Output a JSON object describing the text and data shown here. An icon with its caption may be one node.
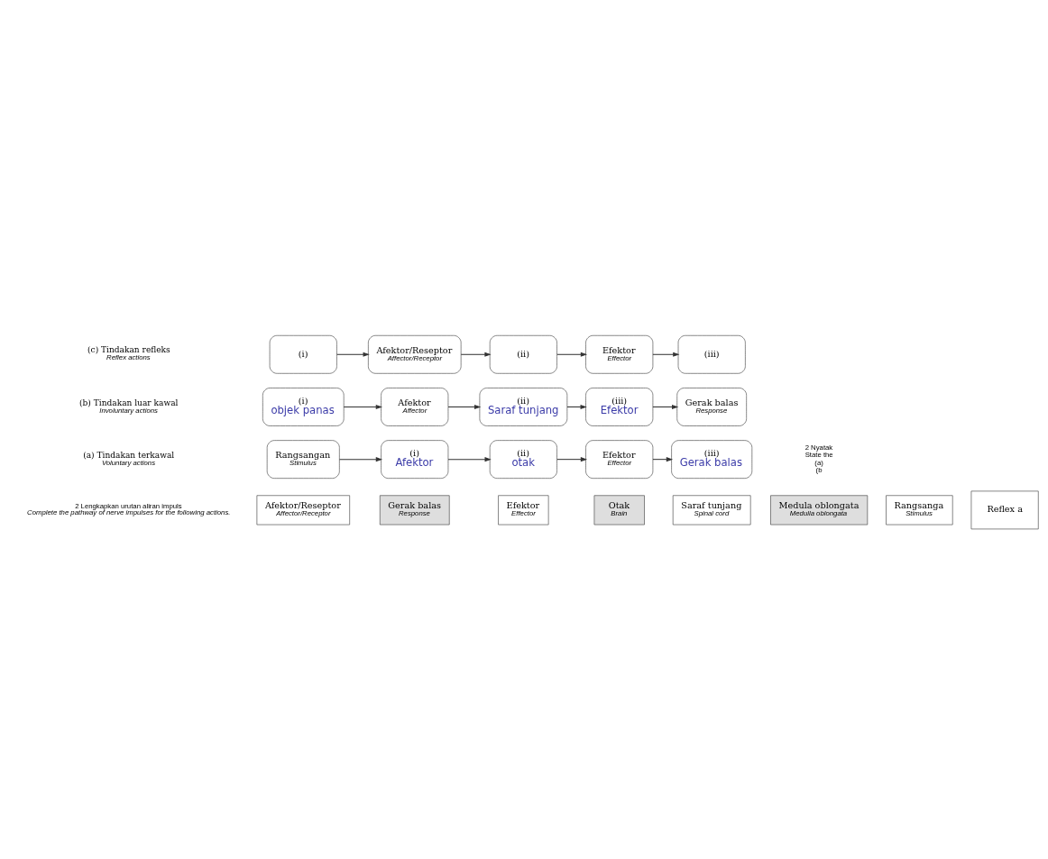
{
  "diagram": {
    "nodes": [
      {
        "text": [
          "Afektor/Reseptor",
          "Affector/Receptor"
        ]
      },
      {
        "text": [
          "Gerak balas",
          "Response"
        ]
      },
      {
        "text": [
          "Efektor",
          "Effector"
        ]
      },
      {
        "text": [
          "Otak",
          "Brain"
        ]
      },
      {
        "text": [
          "Saraf tunjang",
          "Spinal cord"
        ]
      },
      {
        "text": [
          "Medula oblongata",
          "Medulla oblongata"
        ]
      },
      {
        "text": [
          "Rangsanga",
          "Stimulus"
        ]
      },
      {
        "text": [
          "Reflex a"
        ]
      },
      {
        "text": [
          "Rangsangan",
          "Stimulus"
        ]
      },
      {
        "text": [
          "(i)",
          "Afektor"
        ]
      },
      {
        "text": [
          "(ii)",
          "otak"
        ]
      },
      {
        "text": [
          "Efektor",
          "Effector"
        ]
      },
      {
        "text": [
          "(iii)",
          "Gerak balas"
        ]
      },
      {
        "text": [
          "(i)",
          "objek panas"
        ]
      },
      {
        "text": [
          "Afektor",
          "Affector"
        ]
      },
      {
        "text": [
          "(ii)",
          "Saraf tunjang"
        ]
      },
      {
        "text": [
          "(iii)",
          "Efektor"
        ]
      },
      {
        "text": [
          "Gerak balas",
          "Response"
        ]
      },
      {
        "text": [
          "(i)"
        ]
      },
      {
        "text": [
          "Afektor/Reseptor",
          "Affector/Receptor"
        ]
      },
      {
        "text": [
          "(ii)"
        ]
      },
      {
        "text": [
          "Efektor",
          "Effector"
        ]
      },
      {
        "text": [
          "(iii)"
        ]
      }
    ],
    "edges": [
      {
        "from": 8,
        "to": 9,
        "arrow": "to"
      },
      {
        "from": 9,
        "to": 10,
        "arrow": "to"
      },
      {
        "from": 10,
        "to": 11,
        "arrow": "to"
      },
      {
        "from": 11,
        "to": 12,
        "arrow": "to"
      },
      {
        "from": 13,
        "to": 14,
        "arrow": "to"
      },
      {
        "from": 14,
        "to": 15,
        "arrow": "to"
      },
      {
        "from": 15,
        "to": 16,
        "arrow": "to"
      },
      {
        "from": 16,
        "to": 17,
        "arrow": "to"
      },
      {
        "from": 18,
        "to": 19,
        "arrow": "to"
      },
      {
        "from": 19,
        "to": 20,
        "arrow": "to"
      },
      {
        "from": 20,
        "to": 21,
        "arrow": "to"
      },
      {
        "from": 21,
        "to": 22,
        "arrow": "to"
      }
    ],
    "labels": [
      "2 Lengkapkan urutan aliran impuls",
      "Complete the pathway of nerve impulses for the following actions.",
      "2 Nyatak",
      "State the",
      "(a) Tindakan terkawal",
      "Voluntary actions",
      "(a)",
      "(b",
      "(b) Tindakan luar kawal",
      "Involuntary actions",
      "(c) Tindakan refleks",
      "Reflex actions"
    ]
  }
}
